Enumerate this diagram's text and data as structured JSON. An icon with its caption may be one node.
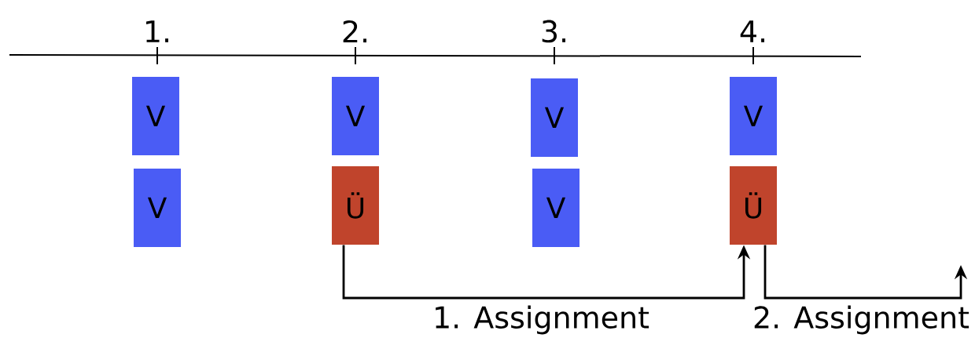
{
  "diagram": {
    "nodes": [
      {
        "text": [
          "V"
        ]
      },
      {
        "text": [
          "V"
        ]
      },
      {
        "text": [
          "V"
        ]
      },
      {
        "text": [
          "V"
        ]
      },
      {
        "text": [
          "V"
        ]
      },
      {
        "text": [
          "Ü"
        ]
      },
      {
        "text": [
          "V"
        ]
      },
      {
        "text": [
          "Ü"
        ]
      }
    ],
    "edges": [
      {
        "from": 5,
        "to": 7,
        "arrow": "to",
        "label": "1. Assignment"
      },
      {
        "from": 7,
        "to": null,
        "arrow": "to",
        "label": "2. Assignment"
      }
    ],
    "labels": [
      "1.",
      "2.",
      "3.",
      "4."
    ]
  }
}
